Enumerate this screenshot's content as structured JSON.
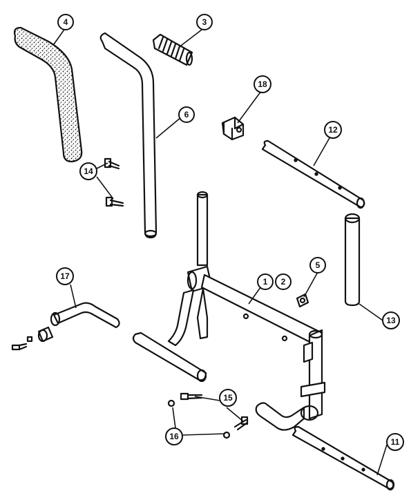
{
  "callouts": [
    {
      "id": "c4",
      "label": "4"
    },
    {
      "id": "c3",
      "label": "3"
    },
    {
      "id": "c18",
      "label": "18"
    },
    {
      "id": "c6",
      "label": "6"
    },
    {
      "id": "c12",
      "label": "12"
    },
    {
      "id": "c14",
      "label": "14"
    },
    {
      "id": "c17",
      "label": "17"
    },
    {
      "id": "c1",
      "label": "1"
    },
    {
      "id": "c2",
      "label": "2"
    },
    {
      "id": "c5",
      "label": "5"
    },
    {
      "id": "c13",
      "label": "13"
    },
    {
      "id": "c15",
      "label": "15"
    },
    {
      "id": "c16",
      "label": "16"
    },
    {
      "id": "c11",
      "label": "11"
    }
  ]
}
